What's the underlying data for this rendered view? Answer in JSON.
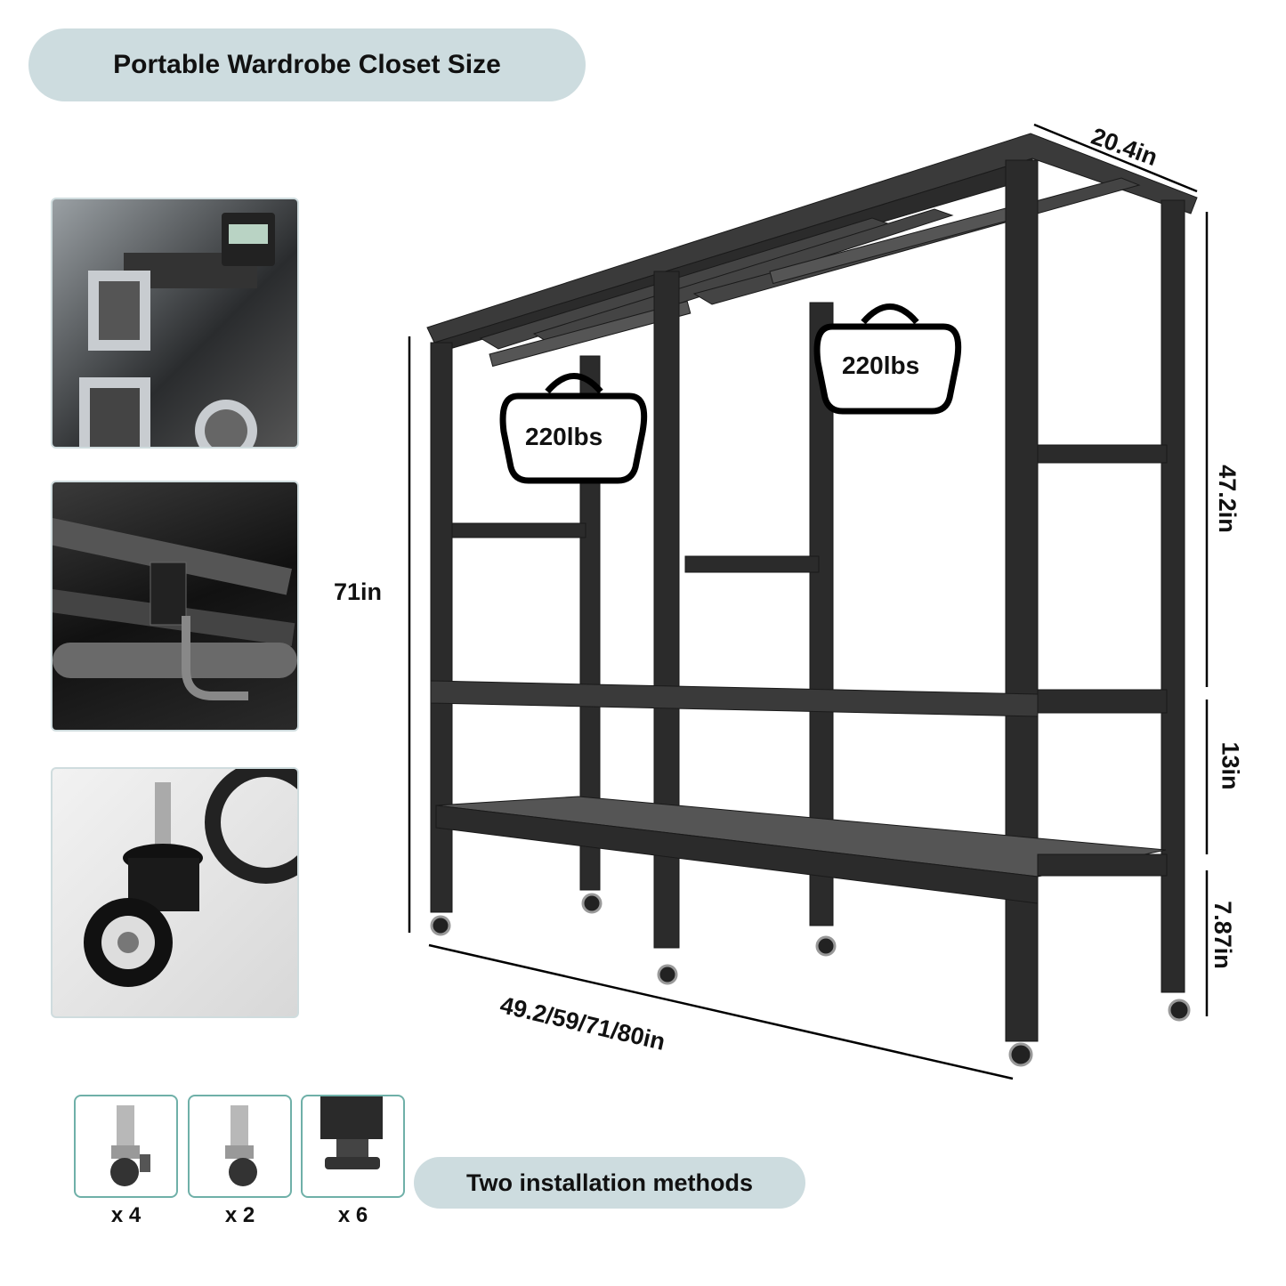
{
  "title": "Portable Wardrobe Closet Size",
  "dimensions": {
    "depth": "20.4in",
    "upper_height": "47.2in",
    "middle_height": "13in",
    "bottom_height": "7.87in",
    "total_height": "71in",
    "width": "49.2/59/71/80in"
  },
  "load_labels": [
    "220lbs",
    "220lbs"
  ],
  "detail_photos": [
    "square-tube-caliper-photo",
    "hanging-rod-bracket-photo",
    "caster-wheel-photo"
  ],
  "parts": [
    {
      "icon": "locking-caster-icon",
      "quantity": "x 4"
    },
    {
      "icon": "caster-icon",
      "quantity": "x 2"
    },
    {
      "icon": "leveling-foot-icon",
      "quantity": "x 6"
    }
  ],
  "install_label": "Two installation methods",
  "colors": {
    "pill": "#cddcdf",
    "frame": "#2b2b2b",
    "part_border": "#6fb0a8"
  }
}
